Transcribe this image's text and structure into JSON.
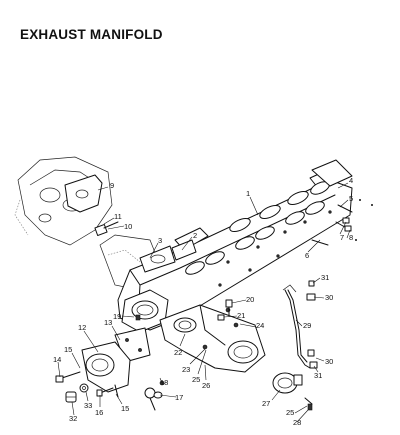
{
  "page": {
    "title": "EXHAUST MANIFOLD"
  },
  "callouts": [
    {
      "id": "c1",
      "text": "1"
    },
    {
      "id": "c2",
      "text": "2"
    },
    {
      "id": "c3",
      "text": "3"
    },
    {
      "id": "c4",
      "text": "4"
    },
    {
      "id": "c5",
      "text": "5"
    },
    {
      "id": "c6",
      "text": "6"
    },
    {
      "id": "c7",
      "text": "7"
    },
    {
      "id": "c8",
      "text": "8"
    },
    {
      "id": "c9",
      "text": "9"
    },
    {
      "id": "c10",
      "text": "10"
    },
    {
      "id": "c11",
      "text": "11"
    },
    {
      "id": "c12",
      "text": "12"
    },
    {
      "id": "c13",
      "text": "13"
    },
    {
      "id": "c14",
      "text": "14"
    },
    {
      "id": "c15a",
      "text": "15"
    },
    {
      "id": "c15b",
      "text": "15"
    },
    {
      "id": "c16",
      "text": "16"
    },
    {
      "id": "c17",
      "text": "17"
    },
    {
      "id": "c18",
      "text": "18"
    },
    {
      "id": "c19",
      "text": "19"
    },
    {
      "id": "c20",
      "text": "20"
    },
    {
      "id": "c21",
      "text": "21"
    },
    {
      "id": "c22",
      "text": "22"
    },
    {
      "id": "c23",
      "text": "23"
    },
    {
      "id": "c24",
      "text": "24"
    },
    {
      "id": "c25a",
      "text": "25"
    },
    {
      "id": "c25b",
      "text": "25"
    },
    {
      "id": "c26",
      "text": "26"
    },
    {
      "id": "c27",
      "text": "27"
    },
    {
      "id": "c28",
      "text": "28"
    },
    {
      "id": "c29",
      "text": "29"
    },
    {
      "id": "c30a",
      "text": "30"
    },
    {
      "id": "c30b",
      "text": "30"
    },
    {
      "id": "c31a",
      "text": "31"
    },
    {
      "id": "c31b",
      "text": "31"
    },
    {
      "id": "c32",
      "text": "32"
    },
    {
      "id": "c33",
      "text": "33"
    }
  ]
}
